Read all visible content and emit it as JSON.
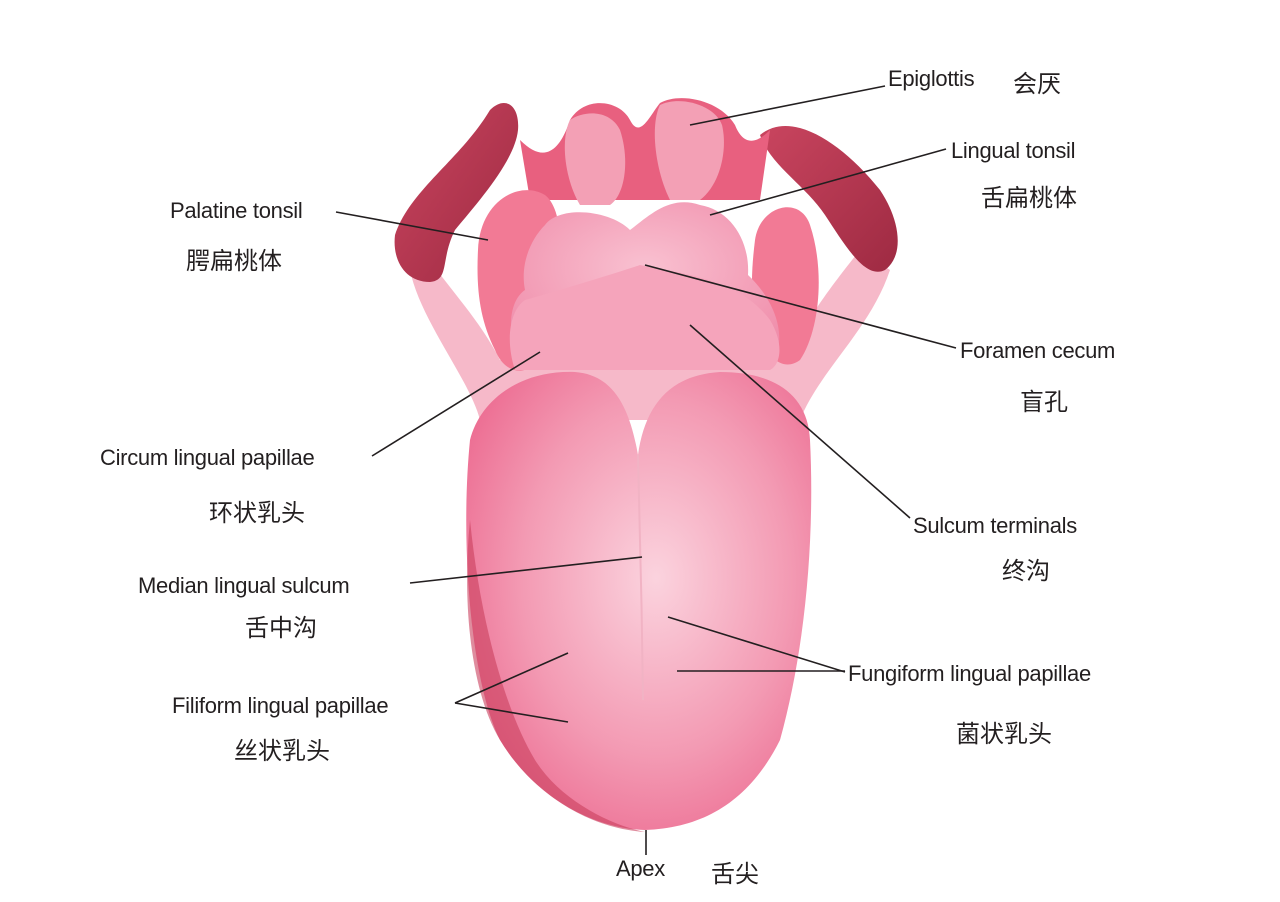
{
  "title": "Tongue anatomy",
  "colors": {
    "tongue": "#f07a9c",
    "tongue_light": "#f8c3d2",
    "tonsil_dark": "#b3364f",
    "text": "#231f20"
  },
  "labels": {
    "epiglottis": {
      "en": "Epiglottis",
      "zh": "会厌"
    },
    "lingual_tonsil": {
      "en": "Lingual tonsil",
      "zh": "舌扁桃体"
    },
    "palatine_tonsil": {
      "en": "Palatine tonsil",
      "zh": "腭扁桃体"
    },
    "foramen_cecum": {
      "en": "Foramen cecum",
      "zh": "盲孔"
    },
    "circum_lingual": {
      "en": "Circum lingual papillae",
      "zh": "环状乳头"
    },
    "sulcum_terminals": {
      "en": "Sulcum terminals",
      "zh": "终沟"
    },
    "median_sulcum": {
      "en": "Median lingual sulcum",
      "zh": "舌中沟"
    },
    "fungiform": {
      "en": "Fungiform lingual papillae",
      "zh": "菌状乳头"
    },
    "filiform": {
      "en": "Filiform lingual papillae",
      "zh": "丝状乳头"
    },
    "apex": {
      "en": "Apex",
      "zh": "舌尖"
    }
  }
}
